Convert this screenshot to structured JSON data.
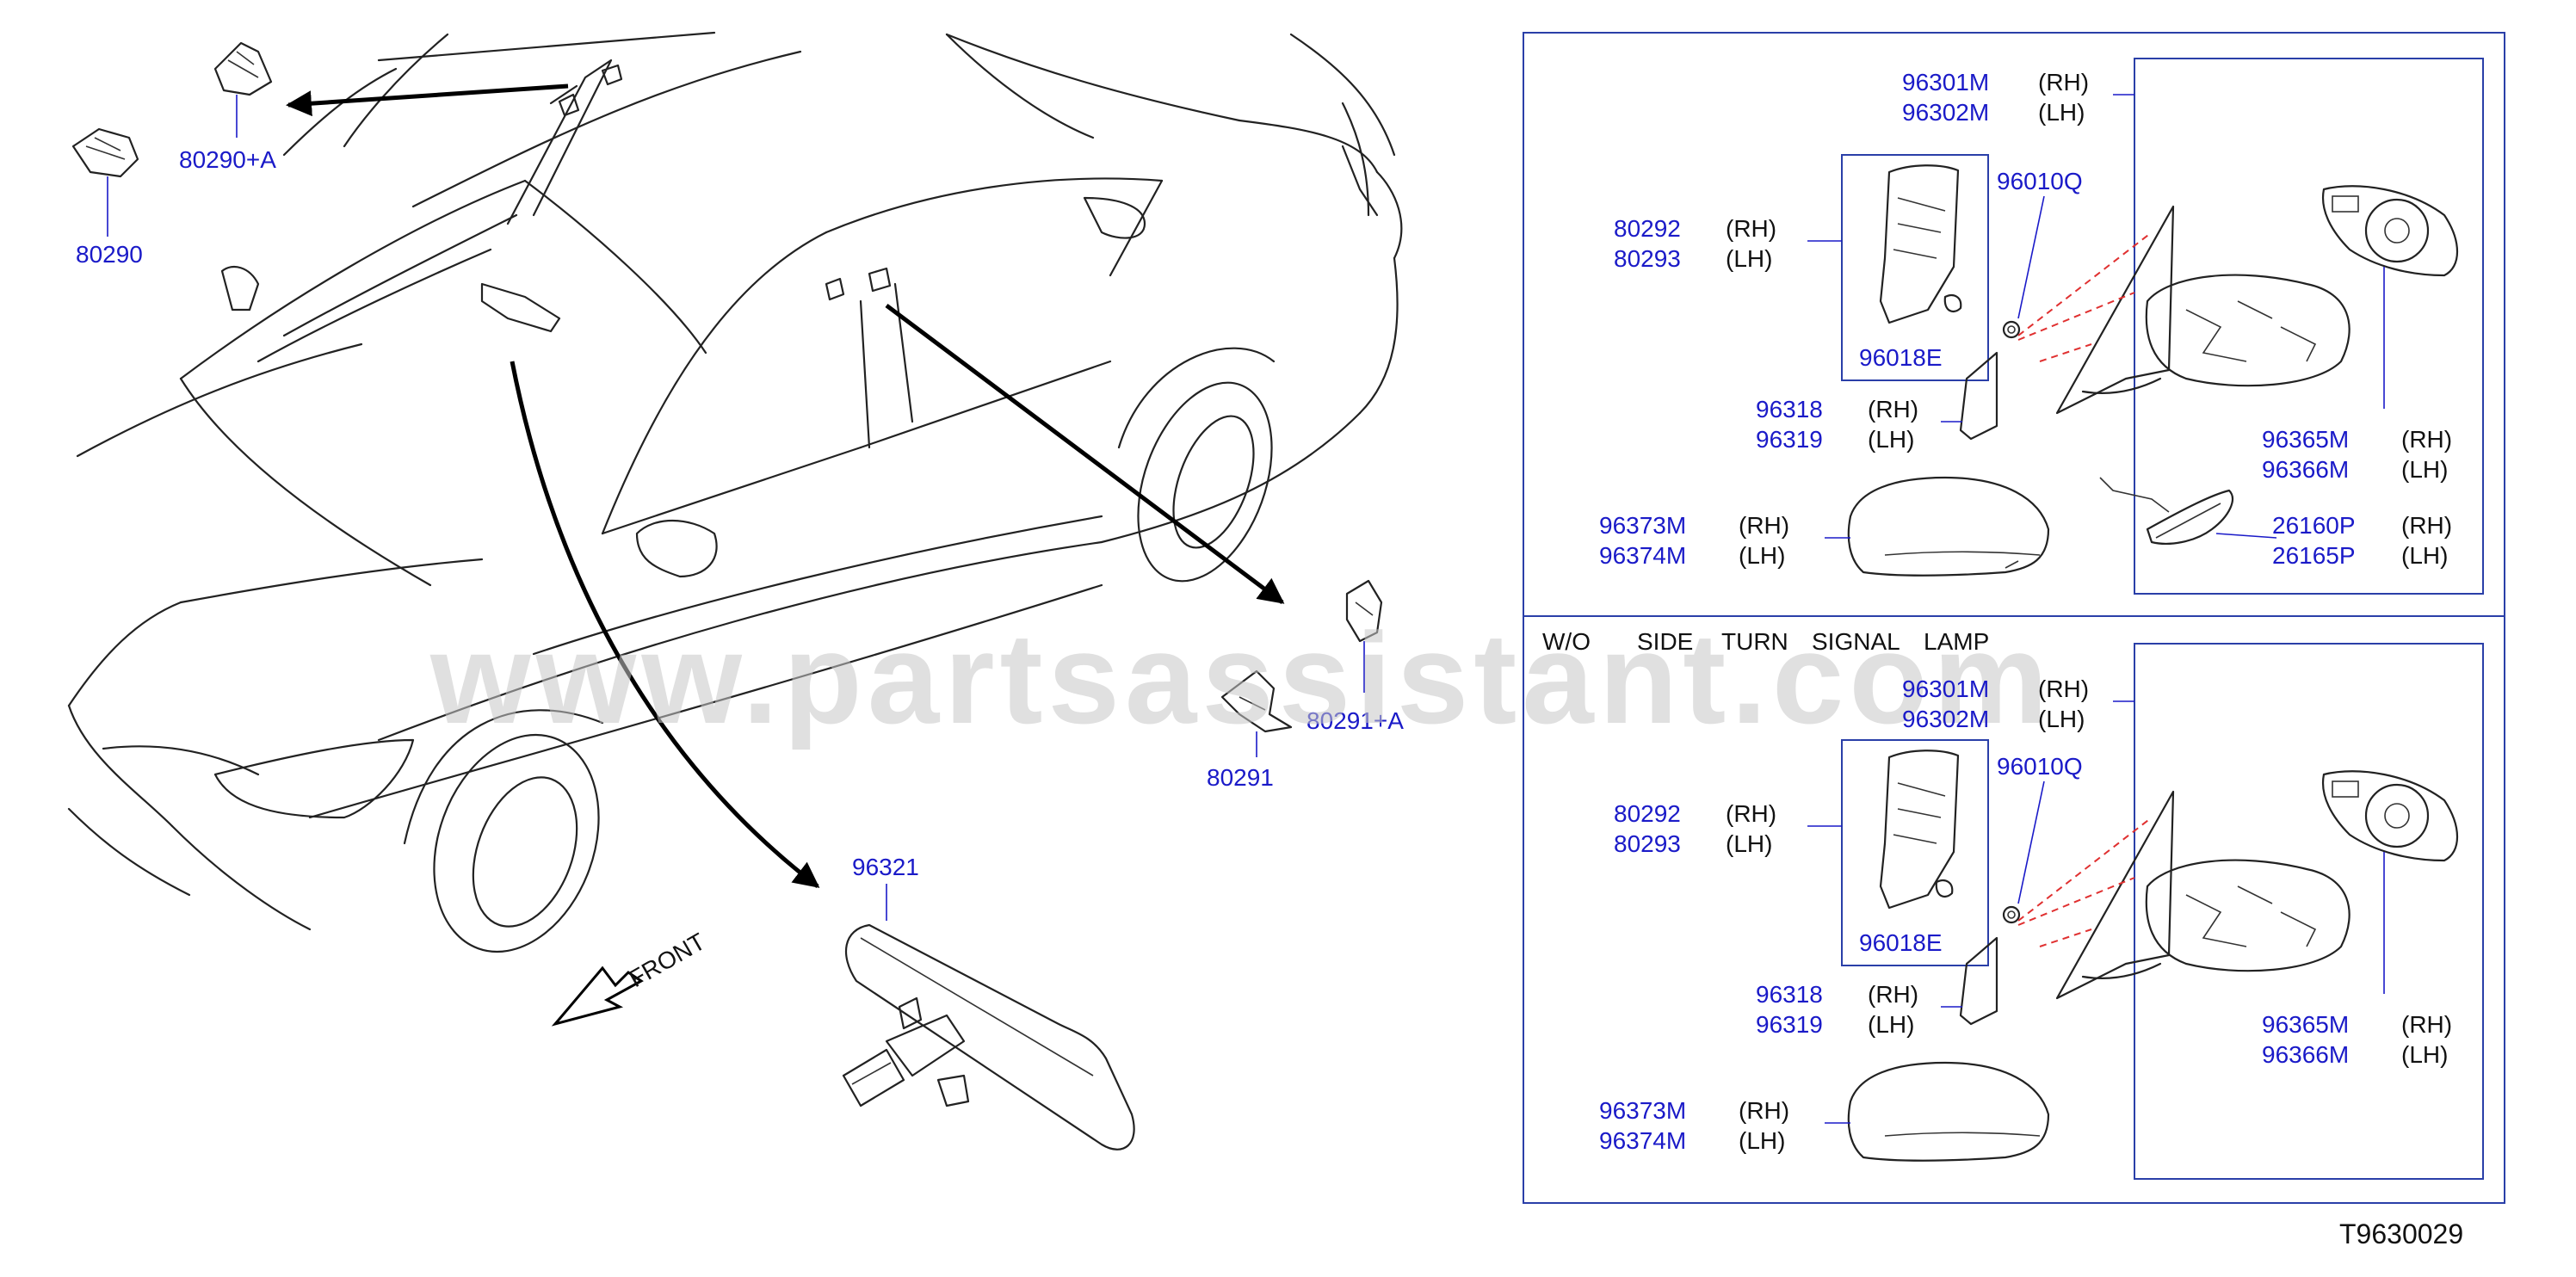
{
  "watermark": "www.partsassistant.com",
  "drawing_number": "T9630029",
  "front_label": "FRONT",
  "left_parts": {
    "clip_a": "80290+A",
    "clip": "80290",
    "trim_a": "80291+A",
    "trim": "80291",
    "inner_mirror": "96321"
  },
  "panel_top": {
    "mirror_assy_rh": "96301M",
    "mirror_assy_lh": "96302M",
    "cover_rh": "80292",
    "cover_lh": "80293",
    "nut": "96010Q",
    "clip": "96018E",
    "corner_rh": "96318",
    "corner_lh": "96319",
    "cap_rh": "96373M",
    "cap_lh": "96374M",
    "glass_rh": "96365M",
    "glass_lh": "96366M",
    "lamp_rh": "26160P",
    "lamp_lh": "26165P"
  },
  "panel_bottom": {
    "caption": [
      "W/O",
      "SIDE",
      "TURN",
      "SIGNAL",
      "LAMP"
    ],
    "mirror_assy_rh": "96301M",
    "mirror_assy_lh": "96302M",
    "cover_rh": "80292",
    "cover_lh": "80293",
    "nut": "96010Q",
    "clip": "96018E",
    "corner_rh": "96318",
    "corner_lh": "96319",
    "cap_rh": "96373M",
    "cap_lh": "96374M",
    "glass_rh": "96365M",
    "glass_lh": "96366M"
  },
  "side_rh": "(RH)",
  "side_lh": "(LH)"
}
